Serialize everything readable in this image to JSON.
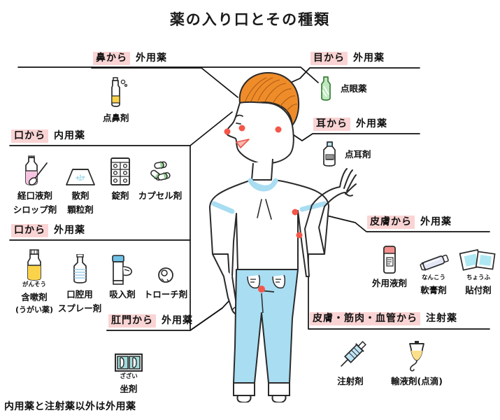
{
  "page": {
    "title": "薬の入り口とその種類",
    "footnote": "内用薬と注射薬以外は外用薬",
    "accent_pink": "#fad4d4",
    "ink": "#1a1a1a",
    "hair_color": "#ef8c2a",
    "jeans_color": "#a8ddf2",
    "dot_color": "#f4564a"
  },
  "groups": [
    {
      "id": "nose",
      "route": "鼻から",
      "category": "外用薬",
      "items": [
        {
          "icon": "nasal-spray-bottle-icon",
          "ruby": "",
          "name": "点鼻剤",
          "sub": ""
        }
      ]
    },
    {
      "id": "eye",
      "route": "目から",
      "category": "外用薬",
      "items": [
        {
          "icon": "eye-drop-bottle-icon",
          "ruby": "",
          "name": "点眼薬",
          "sub": ""
        }
      ]
    },
    {
      "id": "ear",
      "route": "耳から",
      "category": "外用薬",
      "items": [
        {
          "icon": "ear-drop-bottle-icon",
          "ruby": "",
          "name": "点耳剤",
          "sub": ""
        }
      ]
    },
    {
      "id": "oral-internal",
      "route": "口から",
      "category": "内用薬",
      "items": [
        {
          "icon": "syrup-bottle-spoon-icon",
          "ruby": "",
          "name": "経口液剤",
          "sub": "シロップ剤"
        },
        {
          "icon": "powder-packet-icon",
          "ruby": "",
          "name": "散剤",
          "sub": "顆粒剤"
        },
        {
          "icon": "tablet-blister-pack-icon",
          "ruby": "",
          "name": "錠剤",
          "sub": ""
        },
        {
          "icon": "capsule-icon",
          "ruby": "",
          "name": "カプセル剤",
          "sub": ""
        }
      ]
    },
    {
      "id": "oral-external",
      "route": "口から",
      "category": "外用薬",
      "items": [
        {
          "icon": "gargle-bottle-icon",
          "ruby": "がんそう",
          "name": "含嗽剤",
          "sub": "(うがい薬)"
        },
        {
          "icon": "oral-spray-icon",
          "ruby": "",
          "name": "口腔用",
          "sub": "スプレー剤"
        },
        {
          "icon": "inhaler-icon",
          "ruby": "",
          "name": "吸入剤",
          "sub": ""
        },
        {
          "icon": "troche-lozenge-icon",
          "ruby": "",
          "name": "トローチ剤",
          "sub": ""
        }
      ]
    },
    {
      "id": "skin",
      "route": "皮膚から",
      "category": "外用薬",
      "items": [
        {
          "icon": "topical-liquid-bottle-icon",
          "ruby": "",
          "name": "外用液剤",
          "sub": ""
        },
        {
          "icon": "ointment-tube-icon",
          "ruby": "なんこう",
          "name": "軟膏剤",
          "sub": ""
        },
        {
          "icon": "patch-plaster-icon",
          "ruby": "ちょうふ",
          "name": "貼付剤",
          "sub": ""
        }
      ]
    },
    {
      "id": "anus",
      "route": "肛門から",
      "category": "外用薬",
      "items": [
        {
          "icon": "suppository-pack-icon",
          "ruby": "ざざい",
          "name": "坐剤",
          "sub": ""
        }
      ]
    },
    {
      "id": "injection",
      "route": "皮膚・筋肉・血管から",
      "category": "注射薬",
      "items": [
        {
          "icon": "syringe-icon",
          "ruby": "",
          "name": "注射剤",
          "sub": ""
        },
        {
          "icon": "iv-drip-bag-icon",
          "ruby": "",
          "name": "輸液剤(点滴)",
          "sub": ""
        }
      ]
    }
  ]
}
